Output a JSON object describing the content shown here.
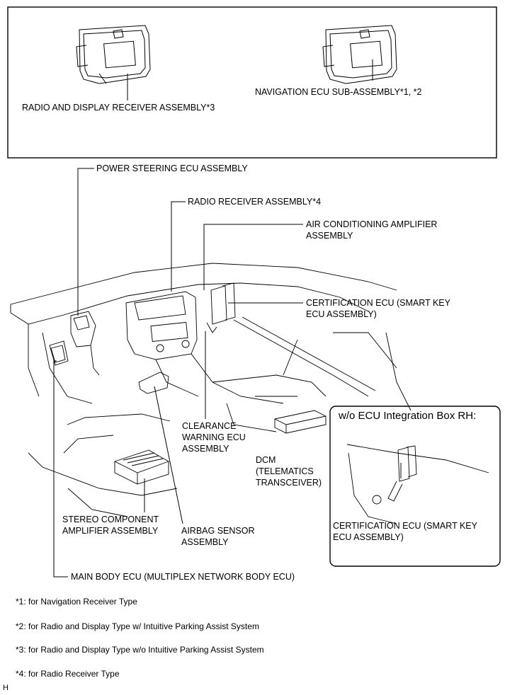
{
  "top_panel": {
    "radio_display_label": "RADIO AND DISPLAY RECEIVER ASSEMBLY*3",
    "navigation_label": "NAVIGATION ECU SUB-ASSEMBLY*1, *2"
  },
  "labels": {
    "power_steering": "POWER STEERING ECU ASSEMBLY",
    "radio_receiver": "RADIO RECEIVER ASSEMBLY*4",
    "air_conditioning": "AIR CONDITIONING AMPLIFIER\nASSEMBLY",
    "certification": "CERTIFICATION ECU (SMART KEY\nECU ASSEMBLY)",
    "clearance": "CLEARANCE\nWARNING ECU\nASSEMBLY",
    "dcm": "DCM\n(TELEMATICS\nTRANSCEIVER)",
    "stereo": "STEREO COMPONENT\nAMPLIFIER ASSEMBLY",
    "airbag": "AIRBAG SENSOR\nASSEMBLY",
    "main_body": "MAIN BODY ECU (MULTIPLEX NETWORK BODY ECU)"
  },
  "inset": {
    "title": "w/o ECU Integration Box RH:",
    "certification": "CERTIFICATION ECU (SMART KEY\nECU ASSEMBLY)"
  },
  "notes": [
    "*1: for Navigation Receiver Type",
    "*2: for Radio and Display Type w/ Intuitive Parking Assist System",
    "*3: for Radio and Display Type w/o Intuitive Parking Assist System",
    "*4: for Radio Receiver Type"
  ],
  "corner_mark": "H"
}
